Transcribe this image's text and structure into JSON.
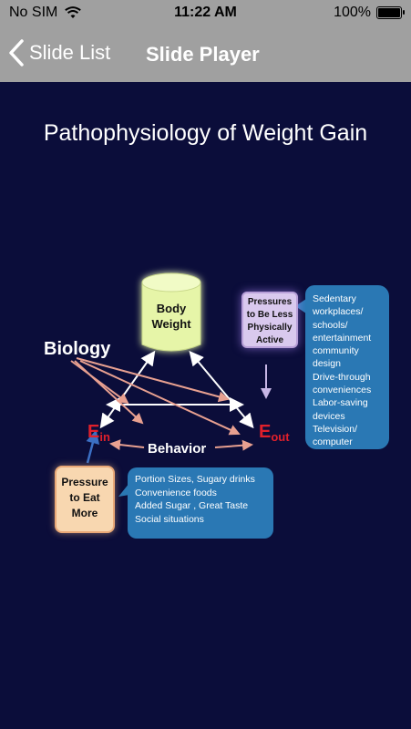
{
  "status_bar": {
    "carrier": "No SIM",
    "time": "11:22 AM",
    "battery": "100%",
    "battery_level": 1.0
  },
  "nav_bar": {
    "back_label": "Slide List",
    "title": "Slide Player"
  },
  "slide": {
    "title": "Pathophysiology of Weight Gain",
    "body_weight_lines": [
      "Body",
      "Weight"
    ],
    "biology_label": "Biology",
    "behavior_label": "Behavior",
    "e_in": {
      "letter": "E",
      "sub": "in"
    },
    "e_out": {
      "letter": "E",
      "sub": "out"
    },
    "pressure_active_lines": [
      "Pressures",
      "to Be Less",
      "Physically",
      "Active"
    ],
    "pressure_eat_lines": [
      "Pressure",
      "to Eat",
      "More"
    ],
    "active_bubble_lines": [
      "Sedentary",
      "workplaces/",
      "schools/",
      "entertainment",
      "community",
      "design",
      "Drive-through",
      "conveniences",
      "Labor-saving",
      "devices",
      "Television/",
      "computer"
    ],
    "eat_bubble_lines": [
      "Portion Sizes,  Sugary drinks",
      "Convenience foods",
      "Added Sugar , Great Taste",
      "Social situations"
    ],
    "colors": {
      "background": "#0b0d3a",
      "energy_red": "#e0202b",
      "bubble_blue": "#2a78b4",
      "biology_arrow": "#e8a090",
      "cylinder": "#e6f5a8"
    }
  }
}
